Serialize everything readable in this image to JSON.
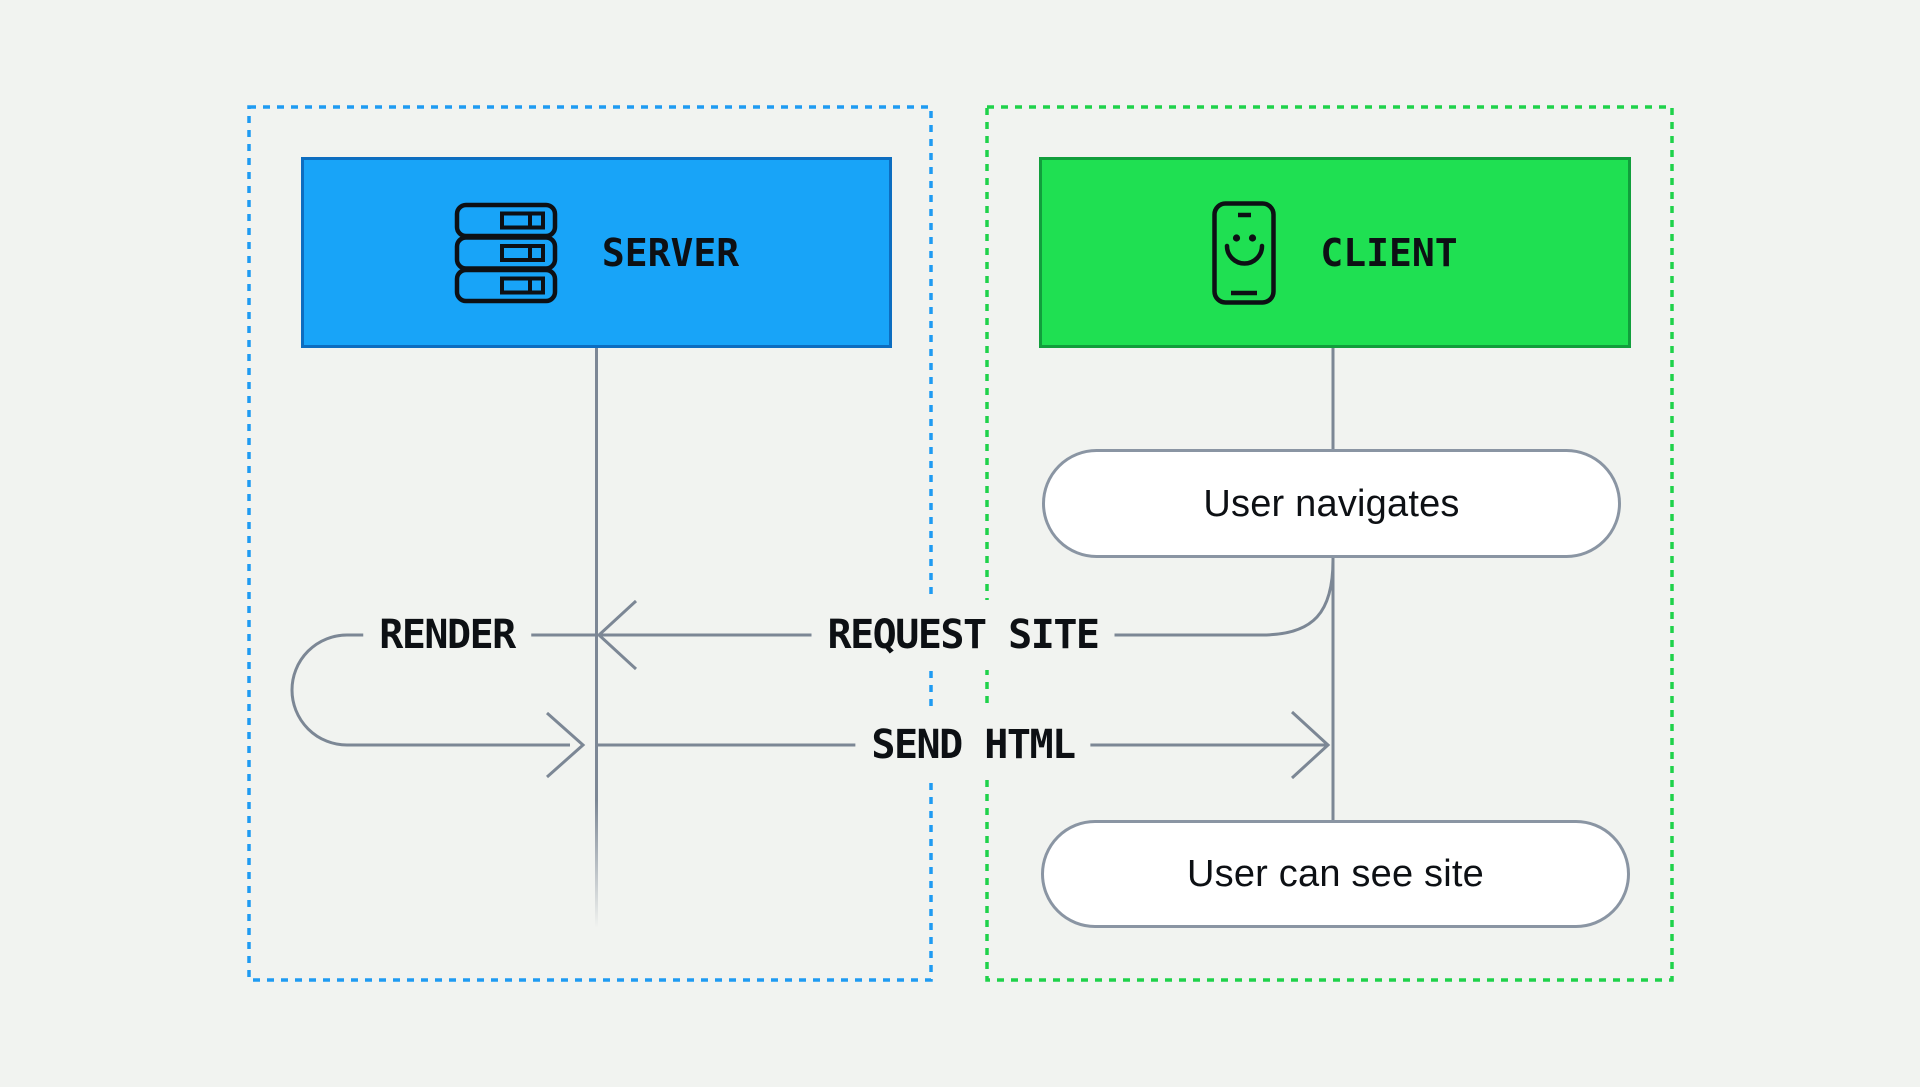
{
  "diagram_type": "server-side-rendering sequence diagram",
  "server": {
    "label": "SERVER",
    "icon": "server-rack-icon"
  },
  "client": {
    "label": "CLIENT",
    "icon": "smartphone-smiley-icon"
  },
  "client_steps": {
    "navigates": "User navigates",
    "sees": "User can see site"
  },
  "messages": {
    "request": "REQUEST SITE",
    "render": "RENDER",
    "send": "SEND HTML"
  },
  "colors": {
    "background": "#f1f3f0",
    "server_fill": "#18a4f8",
    "server_border": "#0c6dc0",
    "server_lane_dash": "#1f9bf2",
    "client_fill": "#1fe052",
    "client_border": "#119e3c",
    "client_lane_dash": "#1fd24a",
    "wire_gray": "#7c8795",
    "pill_border": "#8a95a3",
    "text": "#0d1014"
  }
}
